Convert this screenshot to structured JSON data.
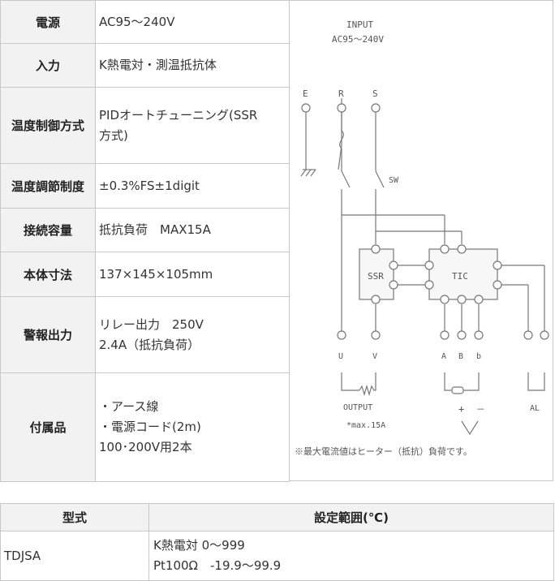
{
  "spec_rows": [
    {
      "label": "電源",
      "value": [
        "AC95～240V"
      ]
    },
    {
      "label": "入力",
      "value": [
        "K熱電対・測温抵抗体"
      ]
    },
    {
      "label": "温度制御方式",
      "value": [
        "PIDオートチューニング(SSR",
        "方式)"
      ]
    },
    {
      "label": "温度調節制度",
      "value": [
        "±0.3%FS±1digit"
      ]
    },
    {
      "label": "接続容量",
      "value": [
        "抵抗負荷　MAX15A"
      ]
    },
    {
      "label": "本体寸法",
      "value": [
        "137×145×105mm"
      ]
    },
    {
      "label": "警報出力",
      "value": [
        "リレー出力　250V",
        "2.4A（抵抗負荷）"
      ]
    },
    {
      "label": "付属品",
      "value": [
        "・アース線",
        "・電源コード(2m)",
        "100･200V用2本"
      ]
    }
  ],
  "diagram": {
    "input_label": "INPUT",
    "input_voltage": "AC95～240V",
    "terminal_e": "E",
    "terminal_r": "R",
    "terminal_s": "S",
    "switch_label": "SW",
    "ssr_label": "SSR",
    "tic_label": "TIC",
    "out_u": "U",
    "out_v": "V",
    "out_a": "A",
    "out_b1": "B",
    "out_b2": "b",
    "output_label": "OUTPUT",
    "output_max": "*max.15A",
    "sensor_plus": "+",
    "sensor_minus": "－",
    "alarm_label": "AL",
    "note": "※最大電流値はヒーター（抵抗）負荷です。"
  },
  "model_table": {
    "headers": [
      "型式",
      "設定範囲(℃)"
    ],
    "rows": [
      {
        "model": "TDJSA",
        "range": [
          "K熱電対 0～999",
          "Pt100Ω　-19.9～99.9"
        ]
      }
    ]
  }
}
